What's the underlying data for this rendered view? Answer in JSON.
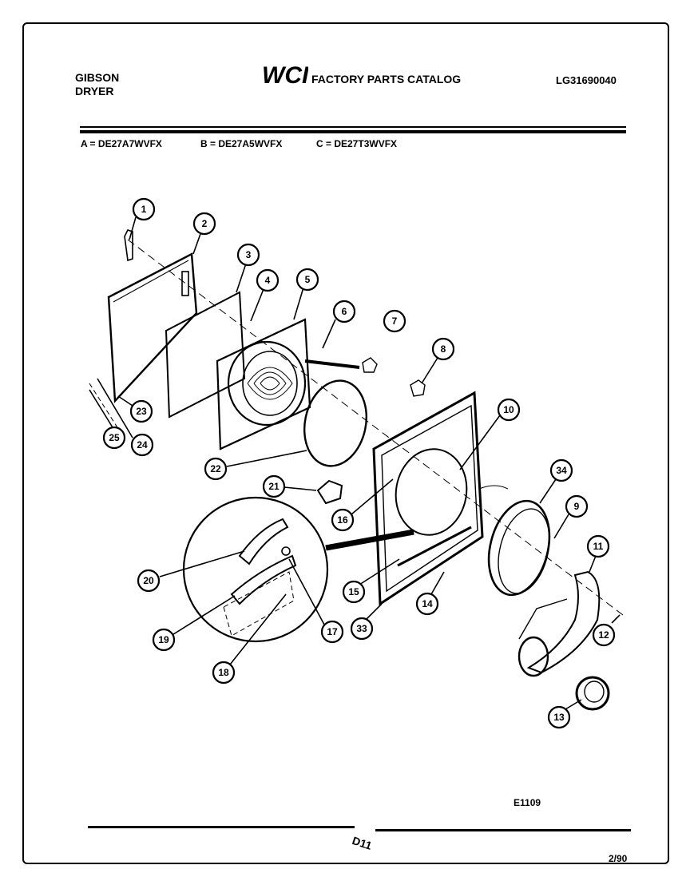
{
  "header": {
    "brand_line1": "GIBSON",
    "brand_line2": "DRYER",
    "logo_text": "WCI",
    "catalog_title": "FACTORY PARTS CATALOG",
    "part_number": "LG31690040"
  },
  "models": [
    "A = DE27A7WVFX",
    "B = DE27A5WVFX",
    "C = DE27T3WVFX"
  ],
  "callouts": [
    "1",
    "2",
    "3",
    "4",
    "5",
    "6",
    "7",
    "8",
    "10",
    "34",
    "9",
    "11",
    "12",
    "13",
    "14",
    "33",
    "15",
    "16",
    "21",
    "22",
    "23",
    "24",
    "25",
    "20",
    "19",
    "18",
    "17"
  ],
  "footer": {
    "drawing_number": "E1109",
    "page_code": "D11",
    "date": "2/90"
  }
}
